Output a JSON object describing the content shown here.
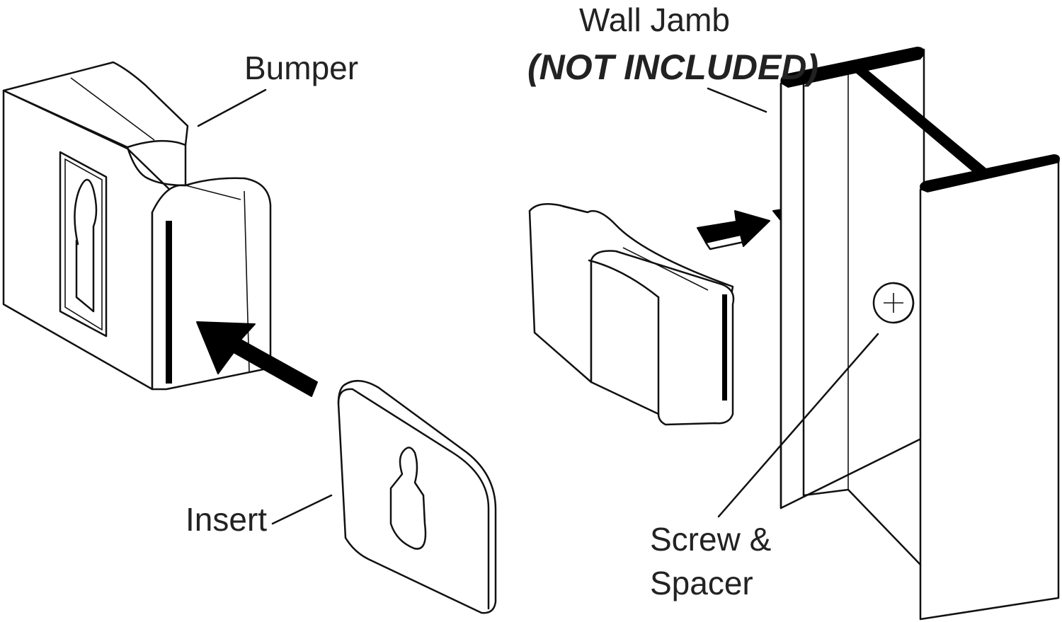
{
  "labels": {
    "bumper": "Bumper",
    "insert": "Insert",
    "wall_jamb": "Wall Jamb",
    "not_included": "(NOT INCLUDED)",
    "screw_line1": "Screw &",
    "screw_line2": "Spacer"
  },
  "colors": {
    "line": "#111111",
    "text": "#222222",
    "background": "#ffffff"
  }
}
